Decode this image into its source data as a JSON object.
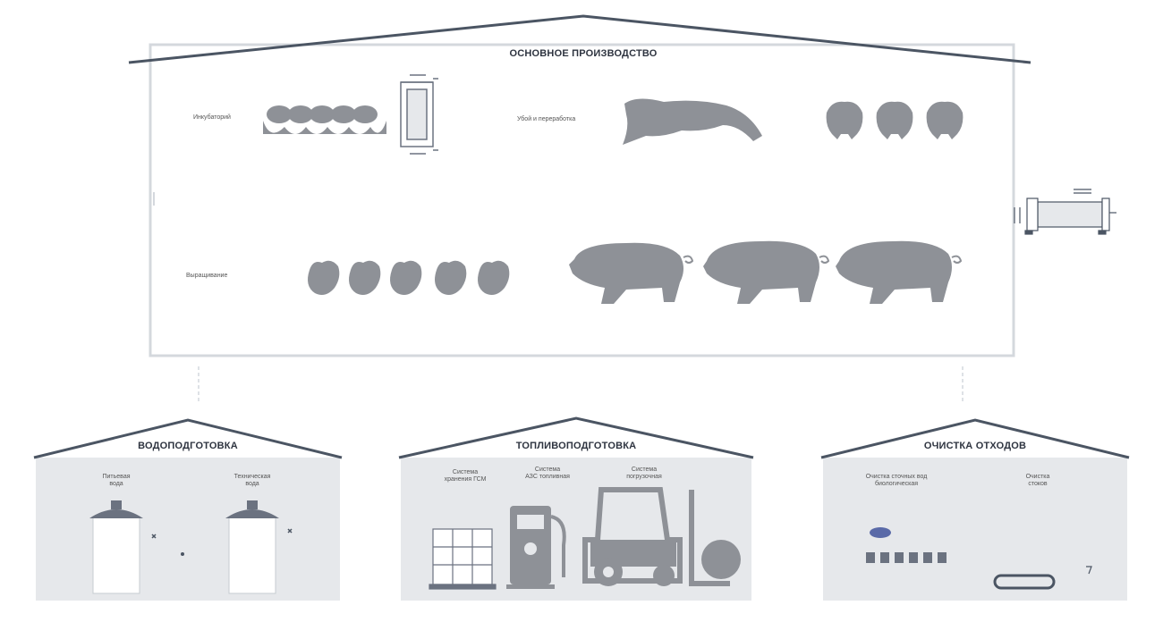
{
  "main_building": {
    "title": "ОСНОВНОЕ ПРОИЗВОДСТВО",
    "row_top_left_label": "Инкубаторий",
    "row_top_mid_label": "Убой и переработка",
    "row_bottom_label": "Выращивание"
  },
  "water": {
    "title": "ВОДОПОДГОТОВКА",
    "tank1_label": [
      "Питьевая",
      "вода"
    ],
    "tank2_label": [
      "Техническая",
      "вода"
    ]
  },
  "fuel": {
    "title": "ТОПЛИВОПОДГОТОВКА",
    "sub1_label": [
      "Система",
      "хранения ГСМ"
    ],
    "sub2_label": [
      "Система",
      "АЗС топливная"
    ],
    "sub3_label": [
      "Система",
      "погрузочная"
    ]
  },
  "waste": {
    "title": "ОЧИСТКА ОТХОДОВ",
    "sub1_label": [
      "Очистка сточных вод",
      "биологическая"
    ],
    "sub2_label": [
      "Очистка",
      "стоков"
    ]
  },
  "colors": {
    "roof": "#4b5563",
    "wall": "#d4d8dd",
    "panel": "#e6e8eb",
    "animal": "#8e9197",
    "accent": "#5a6aa8"
  }
}
